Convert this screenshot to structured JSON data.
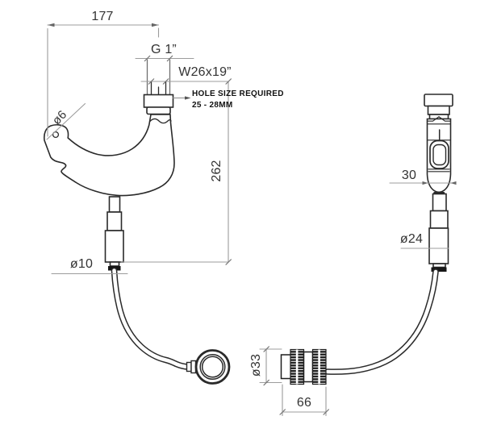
{
  "drawing": {
    "colors": {
      "background": "#ffffff",
      "line": "#2a2a2a",
      "dim_line": "#9c9c9c",
      "text": "#333333",
      "note_text": "#111111"
    },
    "labels": {
      "top_width": "177",
      "thread_size": "G 1”",
      "thread_spec": "W26x19”",
      "hole_note_line1": "HOLE SIZE REQUIRED",
      "hole_note_line2": "25 - 28MM",
      "spout_hole_dia": "ø6",
      "overall_height": "262",
      "hose_dia": "ø10",
      "body_width": "30",
      "shank_dia": "ø24",
      "connector_dia": "ø33",
      "connector_length": "66"
    }
  }
}
